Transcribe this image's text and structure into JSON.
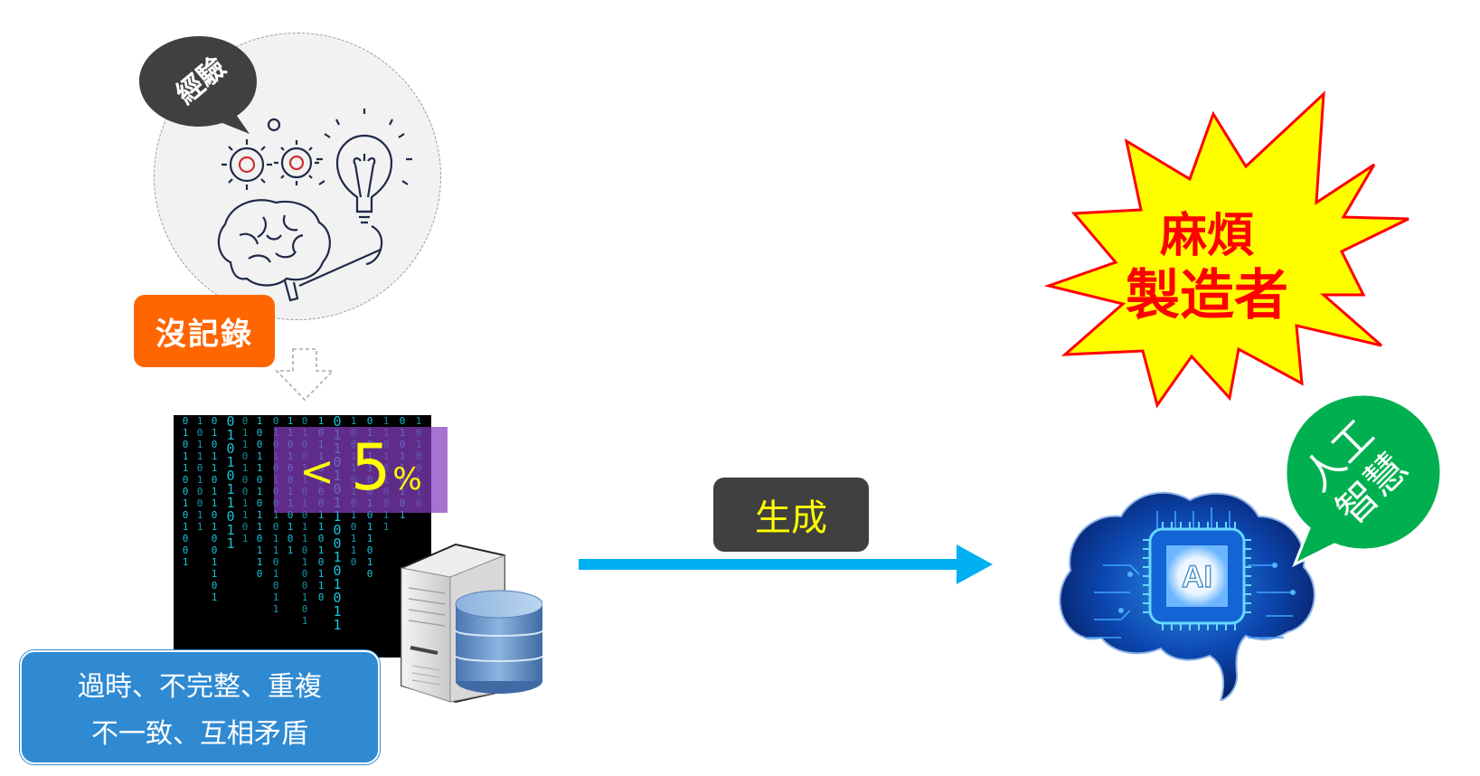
{
  "experience": {
    "bubble_label": "經驗",
    "illustration": "brain-gears-lightbulb"
  },
  "no_record_label": "沒記錄",
  "data_block": {
    "percentage_prefix": "<",
    "percentage_value": "5",
    "percentage_unit": "%",
    "matrix_digits": "binary-rain"
  },
  "issues": {
    "line1": "過時、不完整、重複",
    "line2": "不一致、互相矛盾"
  },
  "flow": {
    "label": "生成"
  },
  "troublemaker": {
    "line1": "麻煩",
    "line2": "製造者"
  },
  "ai": {
    "chip_label": "AI",
    "bubble_line1": "人工",
    "bubble_line2": "智慧"
  },
  "colors": {
    "orange": "#ff6600",
    "dark_bubble": "#404040",
    "purple_overlay": "#843ebe",
    "yellow": "#ffff00",
    "issues_blue": "#2f8ad2",
    "arrow_cyan": "#00b0f0",
    "burst_red": "#ff0000",
    "ai_green": "#00b050"
  }
}
